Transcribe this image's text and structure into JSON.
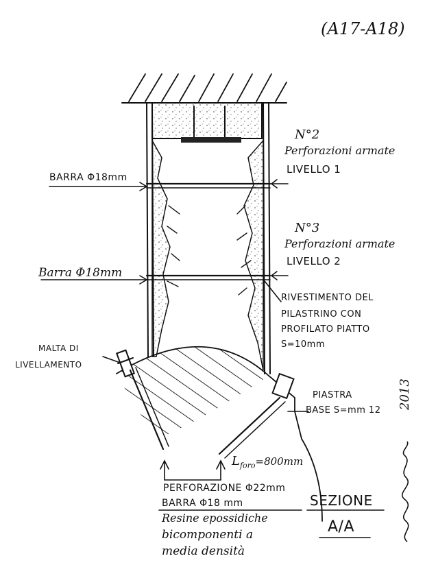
{
  "sheet_ref": "(A17-A18)",
  "labels": {
    "perf_livello1": [
      "N°2",
      "Perforazioni armate",
      "LIVELLO 1"
    ],
    "barra_top": "BARRA Φ18mm",
    "perf_livello2": [
      "N°3",
      "Perforazioni armate",
      "LIVELLO 2"
    ],
    "barra_mid": "Barra Φ18mm",
    "rivestimento": [
      "RIVESTIMENTO DEL",
      "PILASTRINO CON",
      "PROFILATO PIATTO",
      "S=10mm"
    ],
    "malta": [
      "MALTA DI",
      "LIVELLAMENTO"
    ],
    "piastra": [
      "PIASTRA",
      "BASE S=mm 12"
    ],
    "l_foro": "L",
    "l_foro_sub": "foro",
    "l_foro_value": "=800mm",
    "perforazione": [
      "PERFORAZIONE Φ22mm",
      "BARRA Φ18 mm",
      "Resine epossidiche",
      "bicomponenti a",
      "media densità"
    ]
  },
  "section_title": [
    "SEZIONE",
    "A/A"
  ],
  "signature": "2013",
  "colors": {
    "ink": "#111111",
    "paper": "#ffffff"
  }
}
